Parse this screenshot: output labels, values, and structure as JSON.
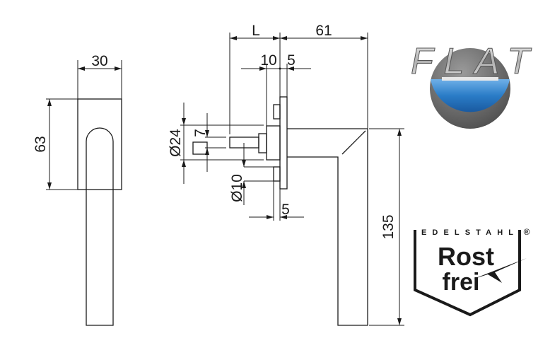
{
  "dimensions": {
    "width": "30",
    "rosette_height": "63",
    "spindle_length": "L",
    "projection": "61",
    "rosette_depth": "10",
    "plate": "5",
    "rosette_diameter": "Ø24",
    "square": "7",
    "screw_boss": "Ø10",
    "boss_depth": "5",
    "lever_length": "135"
  },
  "logos": {
    "flat": "FLAT",
    "edelstahl": "EDELSTAHL",
    "registered": "®",
    "rost": "Rost",
    "frei": "frei"
  },
  "colors": {
    "flat_blue": "#2a7cc7",
    "flat_grey": "#6b6b6b"
  }
}
